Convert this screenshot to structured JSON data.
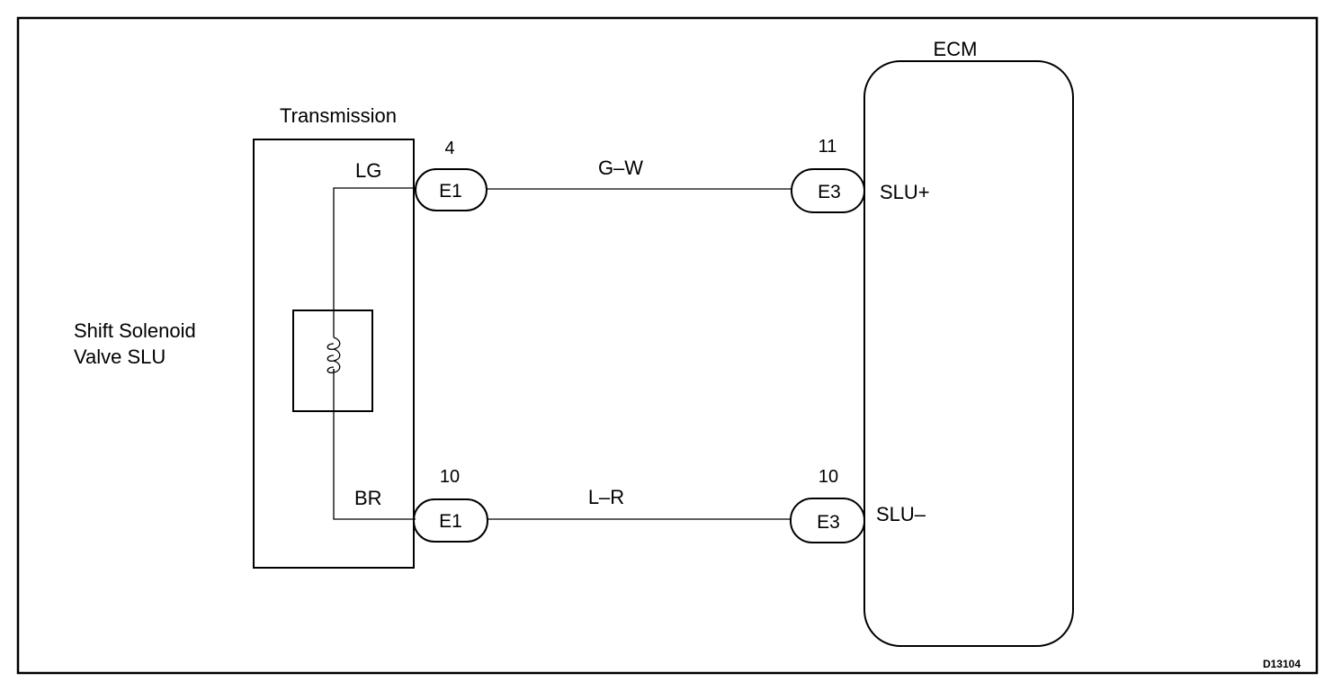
{
  "components": {
    "ecm": {
      "label": "ECM"
    },
    "transmission": {
      "label": "Transmission"
    },
    "solenoid": {
      "label_line1": "Shift Solenoid",
      "label_line2": "Valve SLU"
    }
  },
  "connectors": {
    "e1_top": {
      "name": "E1",
      "pin": "4"
    },
    "e3_top": {
      "name": "E3",
      "pin": "11"
    },
    "e1_bottom": {
      "name": "E1",
      "pin": "10"
    },
    "e3_bottom": {
      "name": "E3",
      "pin": "10"
    }
  },
  "wires": {
    "top": {
      "color_code": "G–W"
    },
    "bottom": {
      "color_code": "L–R"
    }
  },
  "terminals": {
    "lg": "LG",
    "br": "BR",
    "slu_plus": "SLU+",
    "slu_minus": "SLU–"
  },
  "figure_id": "D13104"
}
